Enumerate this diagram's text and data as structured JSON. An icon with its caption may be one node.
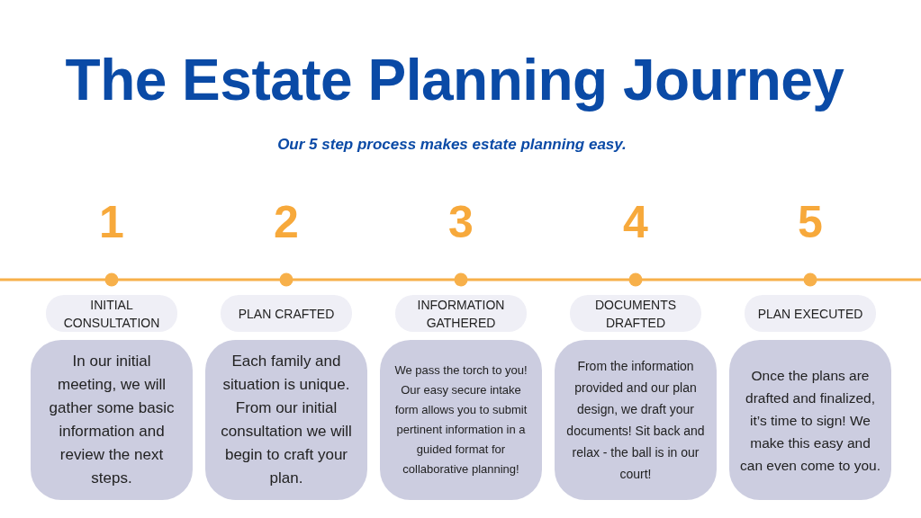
{
  "diagram": {
    "title": "The Estate Planning Journey",
    "nodes": [
      {
        "text": [
          "INITIAL CONSULTATION"
        ]
      },
      {
        "text": [
          "In our initial meeting, we will gather some basic information and review the next steps."
        ]
      },
      {
        "text": [
          "PLAN CRAFTED"
        ]
      },
      {
        "text": [
          "Each family and situation is unique. From our initial consultation we will begin to craft your plan."
        ]
      },
      {
        "text": [
          "INFORMATION GATHERED"
        ]
      },
      {
        "text": [
          "We pass the torch to you! Our easy secure intake form allows you to submit pertinent information in a guided format for collaborative planning!"
        ]
      },
      {
        "text": [
          "DOCUMENTS DRAFTED"
        ]
      },
      {
        "text": [
          "From the information provided and our plan design, we draft your documents! Sit back and relax - the ball is in our court!"
        ]
      },
      {
        "text": [
          "PLAN EXECUTED"
        ]
      },
      {
        "text": [
          "Once the plans are drafted and finalized, it’s time to sign! We make this easy and can even come to you."
        ]
      }
    ],
    "labels": [
      "Our 5 step process makes estate planning easy.",
      "1",
      "2",
      "3",
      "4",
      "5"
    ]
  }
}
